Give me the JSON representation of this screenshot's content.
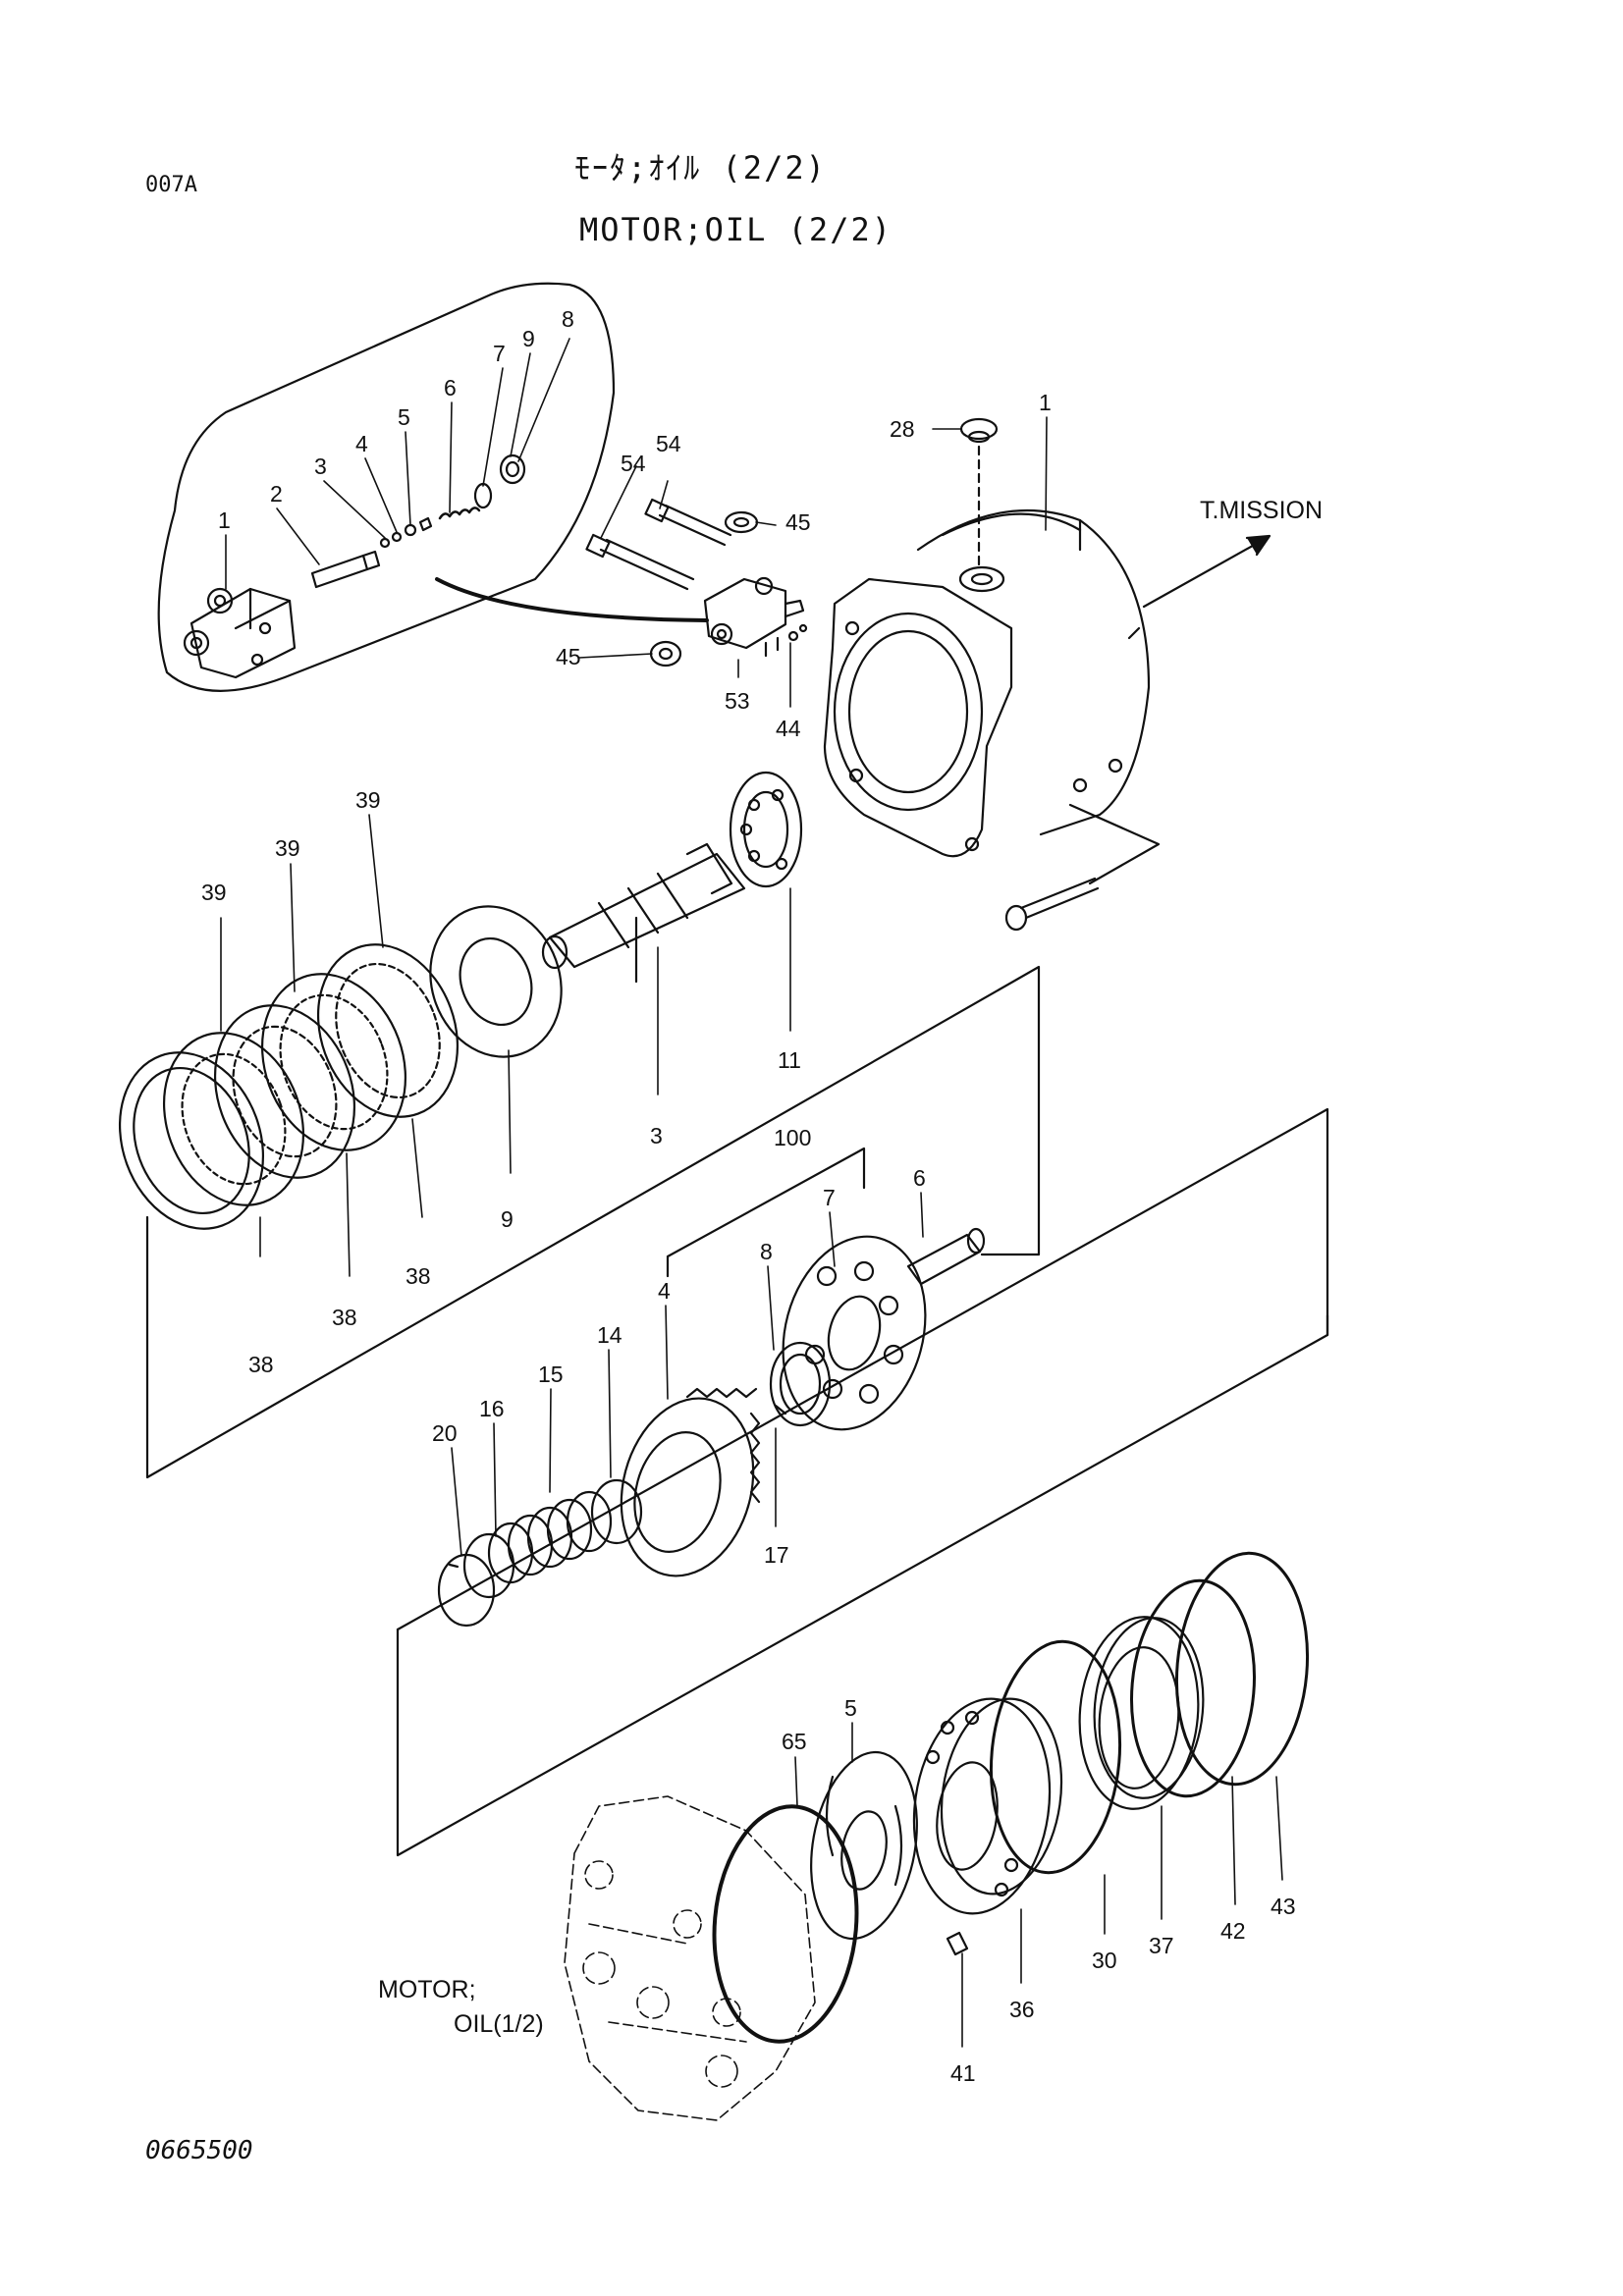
{
  "header": {
    "page_code": "007A",
    "title_jp": "ﾓｰﾀ;ｵｲﾙ (2/2)",
    "title_en": "MOTOR;OIL (2/2)"
  },
  "footer": {
    "doc_number": "0665500"
  },
  "annotations": {
    "transmission": "T.MISSION",
    "motor_ref_line1": "MOTOR;",
    "motor_ref_line2": "OIL(1/2)"
  },
  "callouts": {
    "valve_detail": [
      "1",
      "2",
      "3",
      "4",
      "5",
      "6",
      "7",
      "9",
      "8"
    ],
    "valve_block": [
      "54",
      "54",
      "45",
      "45",
      "53",
      "44"
    ],
    "housing": [
      "28",
      "1"
    ],
    "shaft_group": [
      "39",
      "39",
      "39",
      "38",
      "38",
      "38",
      "9",
      "3",
      "11"
    ],
    "rotor_group": [
      "100",
      "6",
      "7",
      "8",
      "4",
      "14",
      "15",
      "16",
      "20",
      "17"
    ],
    "cylinder_group": [
      "65",
      "5",
      "41",
      "36",
      "30",
      "37",
      "42",
      "43"
    ]
  }
}
